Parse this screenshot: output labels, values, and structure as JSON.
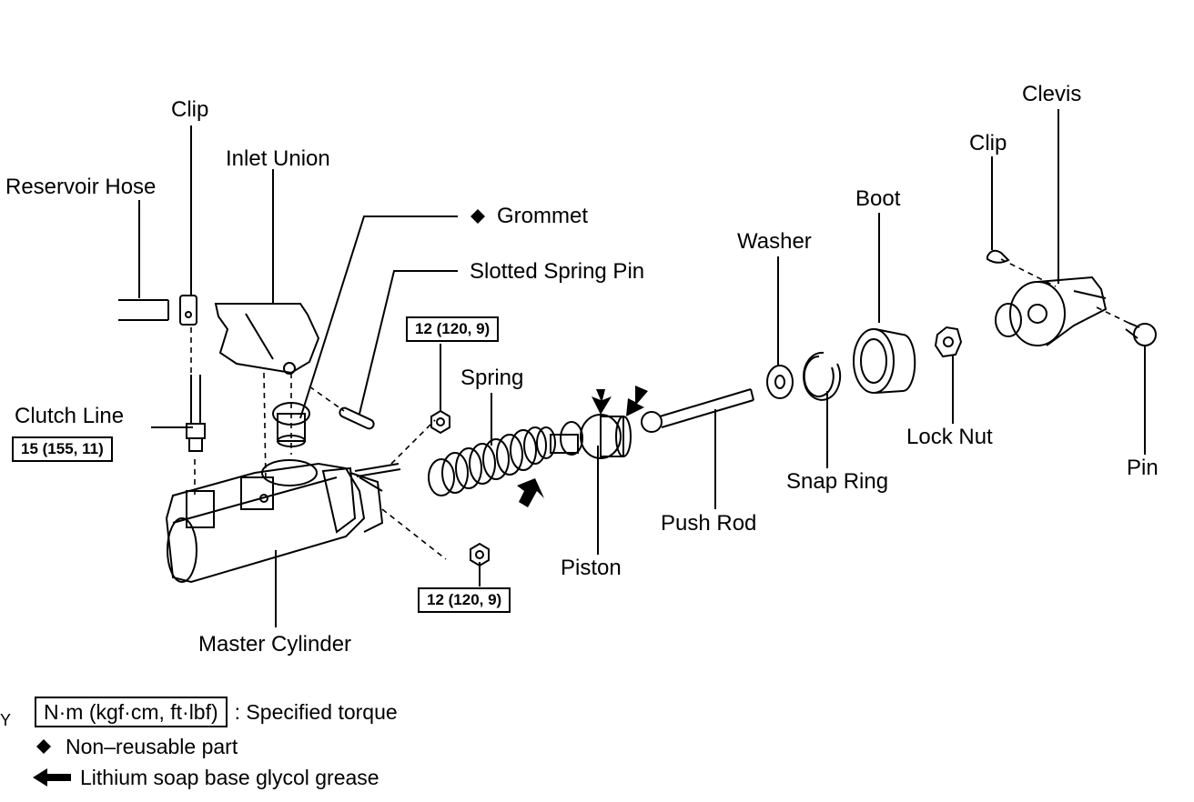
{
  "labels": {
    "clip_top": "Clip",
    "inlet_union": "Inlet Union",
    "reservoir_hose": "Reservoir Hose",
    "grommet": "Grommet",
    "slotted_spring_pin": "Slotted Spring Pin",
    "spring": "Spring",
    "washer": "Washer",
    "boot": "Boot",
    "clip_right": "Clip",
    "clevis": "Clevis",
    "clutch_line": "Clutch Line",
    "lock_nut": "Lock Nut",
    "snap_ring": "Snap Ring",
    "pin": "Pin",
    "push_rod": "Push Rod",
    "piston": "Piston",
    "master_cylinder": "Master Cylinder"
  },
  "torques": {
    "clutch_line": "15 (155, 11)",
    "nut_upper": "12 (120, 9)",
    "nut_lower": "12 (120, 9)"
  },
  "legend": {
    "torque_box": "N·m (kgf·cm, ft·lbf)",
    "torque_text": ": Specified torque",
    "nonreusable_text": "Non–reusable part",
    "grease_text": "Lithium soap base glycol grease",
    "corner_mark": "Y"
  },
  "symbols": {
    "nonreusable": "diamond-icon",
    "grease": "arrow-icon"
  }
}
